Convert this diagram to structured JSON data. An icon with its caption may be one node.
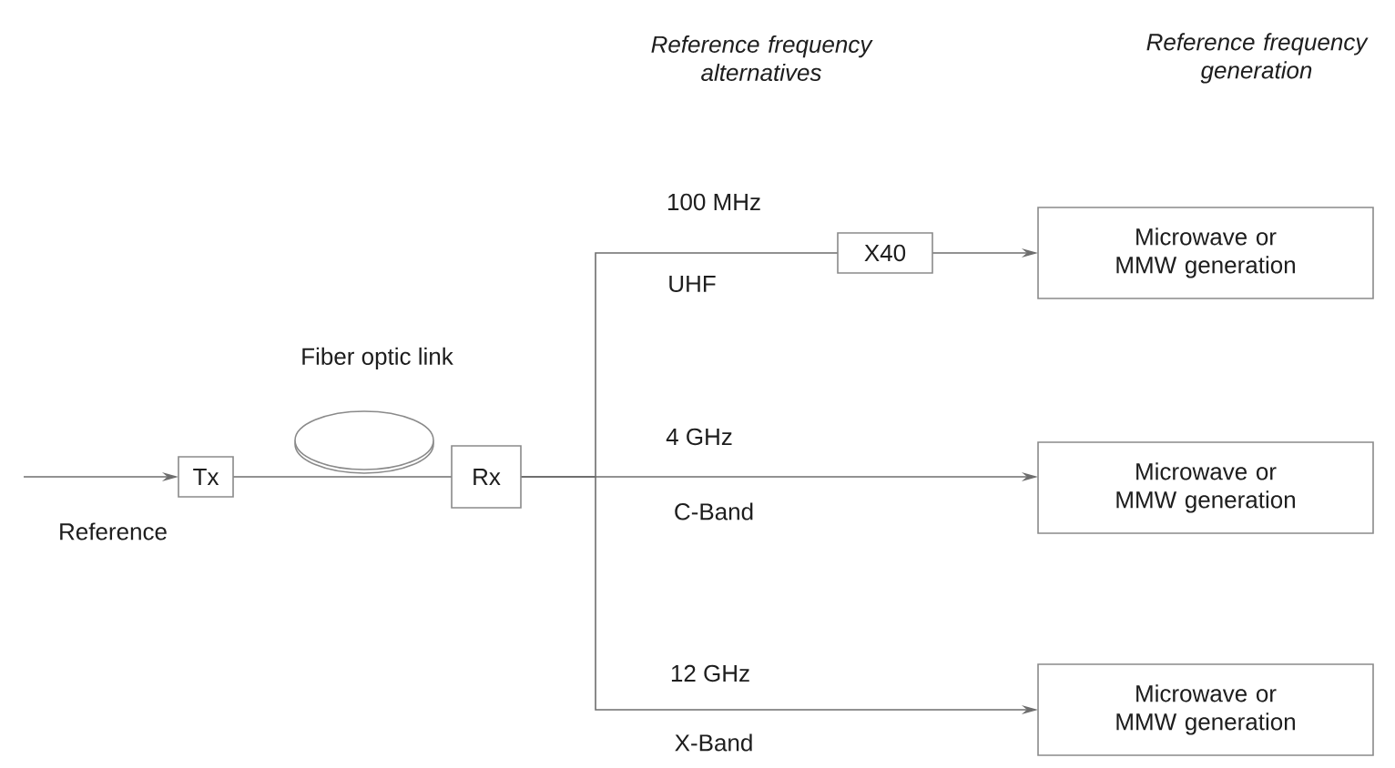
{
  "diagram": {
    "nodes": [
      {
        "text": [
          "Tx"
        ]
      },
      {
        "text": [],
        "shape": "ellipse",
        "beside": [
          "Fiber optic link"
        ]
      },
      {
        "text": [
          "Rx"
        ]
      },
      {
        "text": [
          "X40"
        ]
      },
      {
        "text": [
          "Microwave or MMW generation"
        ]
      },
      {
        "text": [
          "Microwave or MMW generation"
        ]
      },
      {
        "text": [
          "Microwave or MMW generation"
        ]
      }
    ],
    "edges": [
      {
        "from": null,
        "to": 0,
        "arrow": "to",
        "label": "Reference"
      },
      {
        "from": 0,
        "to": 2,
        "arrow": "none"
      },
      {
        "from": 2,
        "to": 3,
        "arrow": "none",
        "label": "100 MHz"
      },
      {
        "from": 3,
        "to": 4,
        "arrow": "to"
      },
      {
        "from": 2,
        "to": 5,
        "arrow": "to",
        "label": "4 GHz"
      },
      {
        "from": 2,
        "to": 6,
        "arrow": "to",
        "label": "12 GHz"
      }
    ],
    "labels": [
      "Reference frequency alternatives",
      "Reference frequency generation",
      "UHF",
      "C-Band",
      "X-Band"
    ]
  }
}
